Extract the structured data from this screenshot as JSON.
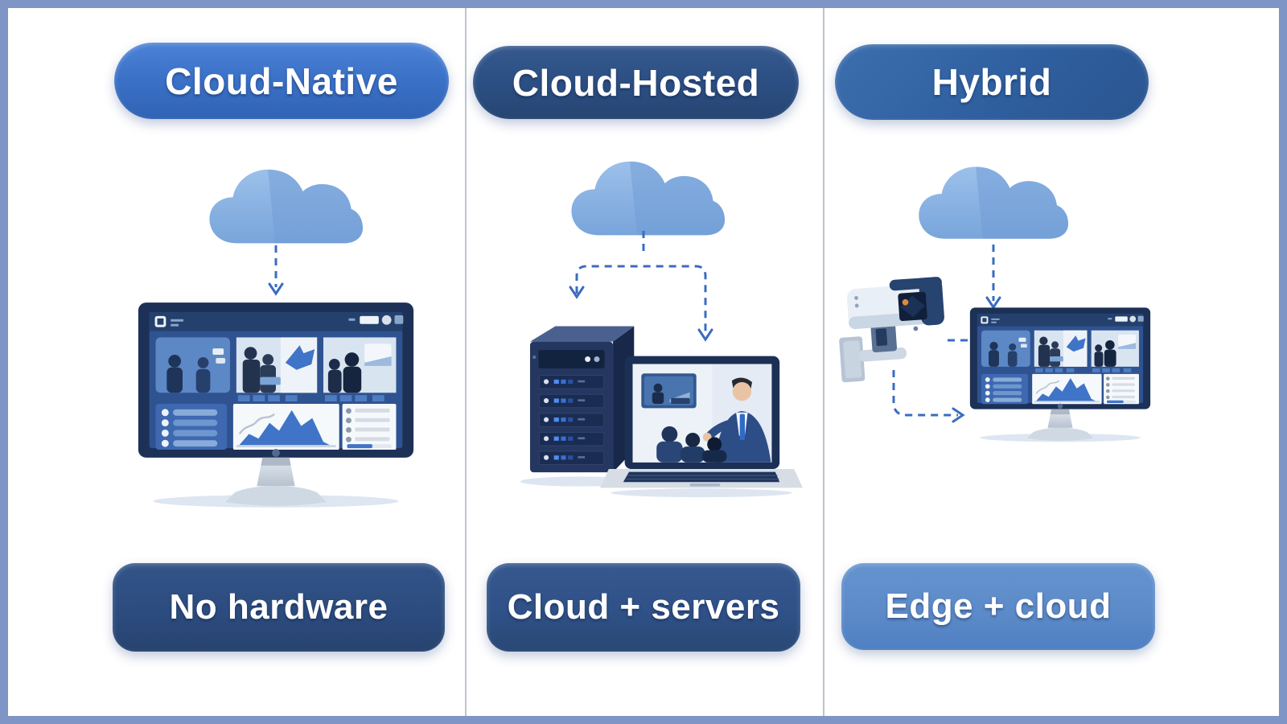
{
  "diagram": {
    "columns": [
      {
        "id": "cloud-native",
        "header": "Cloud-Native",
        "footer": "No hardware",
        "illustrations": [
          "cloud",
          "monitor-dashboard"
        ]
      },
      {
        "id": "cloud-hosted",
        "header": "Cloud-Hosted",
        "footer": "Cloud + servers",
        "illustrations": [
          "cloud",
          "server-tower",
          "laptop-video-call"
        ]
      },
      {
        "id": "hybrid",
        "header": "Hybrid",
        "footer": "Edge + cloud",
        "illustrations": [
          "cloud",
          "security-camera",
          "monitor-dashboard"
        ]
      }
    ],
    "colors": {
      "frame_border": "#7e95c5",
      "header_pill_bg": [
        "#3b72c8",
        "#2c4f83",
        "#2f5f9f"
      ],
      "footer_pill_bg": [
        "#2c4c7f",
        "#2f5187",
        "#5d8bc9"
      ],
      "pill_text": "#ffffff",
      "cloud_fill": "#85aede",
      "arrow_stroke": "#3b6cc0",
      "divider": "#bcc4d0",
      "background": "#ffffff"
    }
  }
}
